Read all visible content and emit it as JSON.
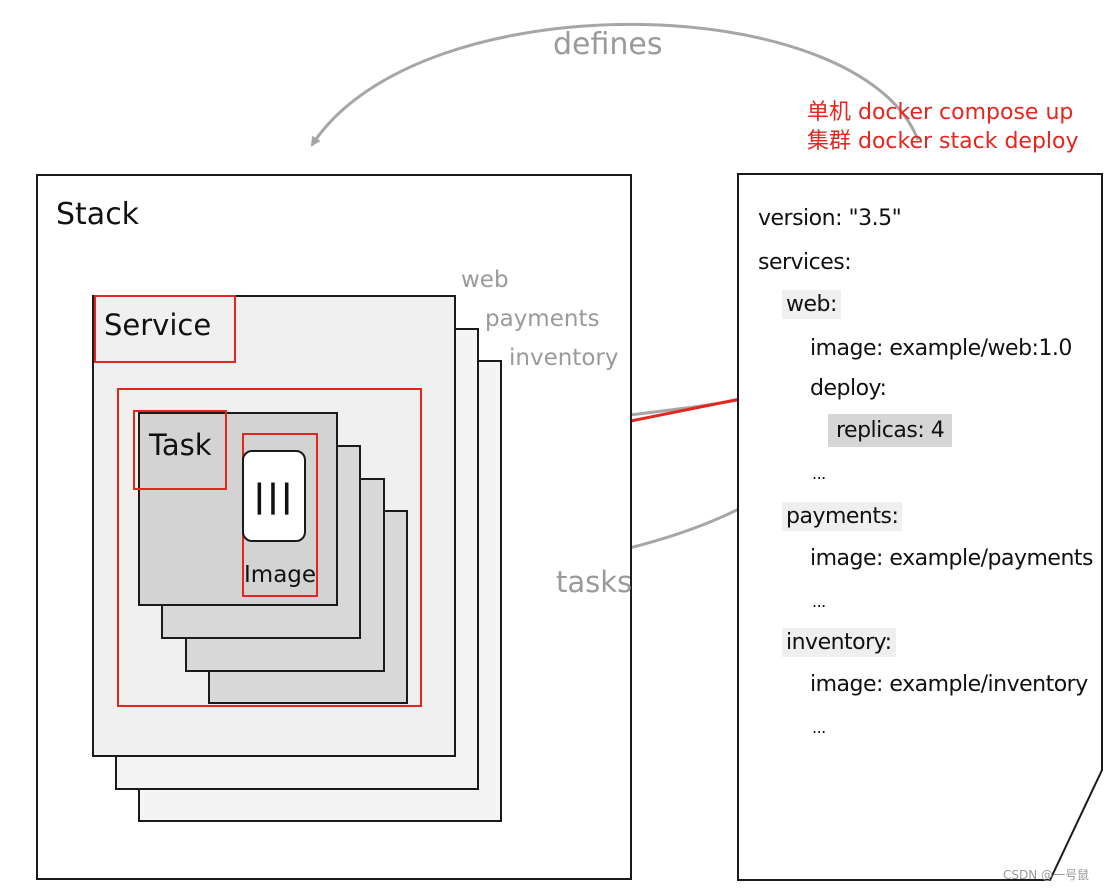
{
  "defines_label": "defines",
  "commands": {
    "single": "单机 docker compose up",
    "cluster": "集群 docker stack deploy"
  },
  "stack": {
    "title": "Stack",
    "service_label": "Service",
    "service_names": [
      "web",
      "payments",
      "inventory"
    ],
    "task_label": "Task",
    "image_label": "Image",
    "image_glyph": "|||"
  },
  "tasks_label": "tasks",
  "compose": {
    "lines": {
      "version": "version: \"3.5\"",
      "services": "services:",
      "web": "web:",
      "web_image": "image: example/web:1.0",
      "deploy": "deploy:",
      "replicas": "replicas: 4",
      "ellipsis1": "...",
      "payments": "payments:",
      "payments_image": "image: example/payments",
      "ellipsis2": "...",
      "inventory": "inventory:",
      "inventory_image": "image: example/inventory",
      "ellipsis3": "..."
    }
  },
  "watermark": "CSDN @一号鼠",
  "colors": {
    "annotation_red": "#e5261f",
    "arrow_grey": "#a6a6a6",
    "outline": "#1a1a1a"
  }
}
